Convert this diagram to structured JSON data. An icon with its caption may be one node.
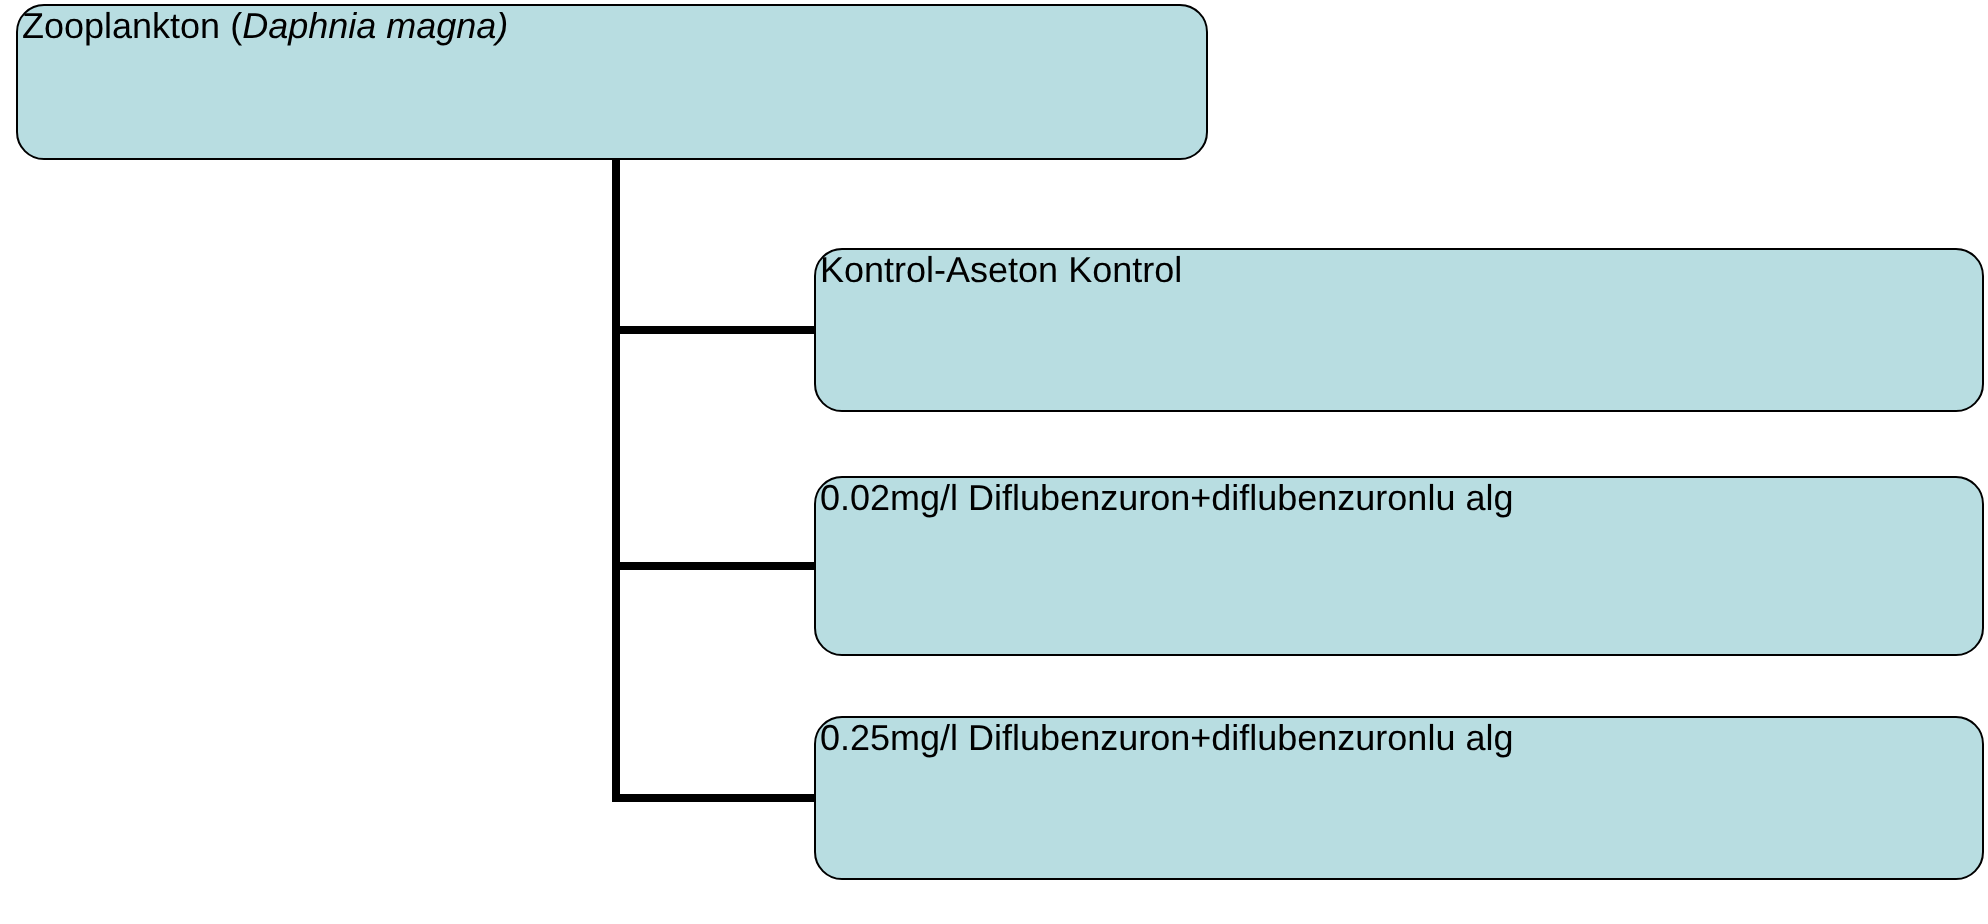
{
  "diagram": {
    "nodes": [
      {
        "text": [
          "Zooplankton (*Daphnia magna)*"
        ]
      },
      {
        "text": [
          "Kontrol-Aseton Kontrol"
        ]
      },
      {
        "text": [
          "0.02mg/l Diflubenzuron+diflubenzuronlu alg"
        ]
      },
      {
        "text": [
          "0.25mg/l Diflubenzuron+diflubenzuronlu alg"
        ]
      }
    ],
    "edges": [
      {
        "from": 0,
        "to": 1,
        "arrow": "none"
      },
      {
        "from": 0,
        "to": 2,
        "arrow": "none"
      },
      {
        "from": 0,
        "to": 3,
        "arrow": "none"
      }
    ]
  }
}
